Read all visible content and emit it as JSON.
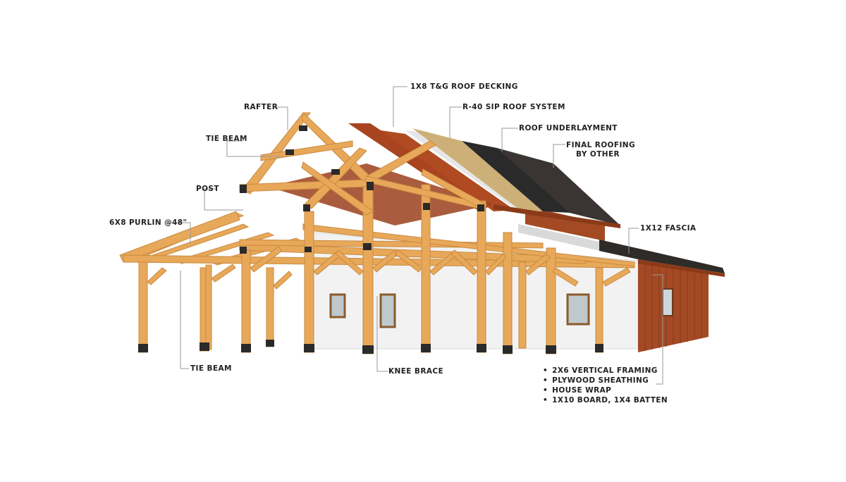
{
  "labels": {
    "rafter": "RAFTER",
    "tie_beam_top": "TIE BEAM",
    "post": "POST",
    "purlin": "6X8 PURLIN @48\"",
    "tie_beam_bottom": "TIE BEAM",
    "knee_brace": "KNEE BRACE",
    "roof_decking": "1X8 T&G ROOF DECKING",
    "sip_roof": "R-40 SIP ROOF SYSTEM",
    "underlayment": "ROOF UNDERLAYMENT",
    "final_roofing_1": "FINAL ROOFING",
    "final_roofing_2": "BY OTHER",
    "fascia": "1X12 FASCIA"
  },
  "wall_layers": [
    "2X6 VERTICAL FRAMING",
    "PLYWOOD SHEATHING",
    "HOUSE WRAP",
    "1X10 BOARD, 1X4 BATTEN"
  ],
  "colors": {
    "timber": "#E8A85A",
    "timber_dark": "#C98A3E",
    "decking": "#A8441F",
    "sip": "#CDB078",
    "underlayment": "#2A2A2A",
    "shingles": "#3A3532",
    "siding": "#A34A24",
    "wall_white": "#F3F3F3",
    "leader": "#999999"
  }
}
